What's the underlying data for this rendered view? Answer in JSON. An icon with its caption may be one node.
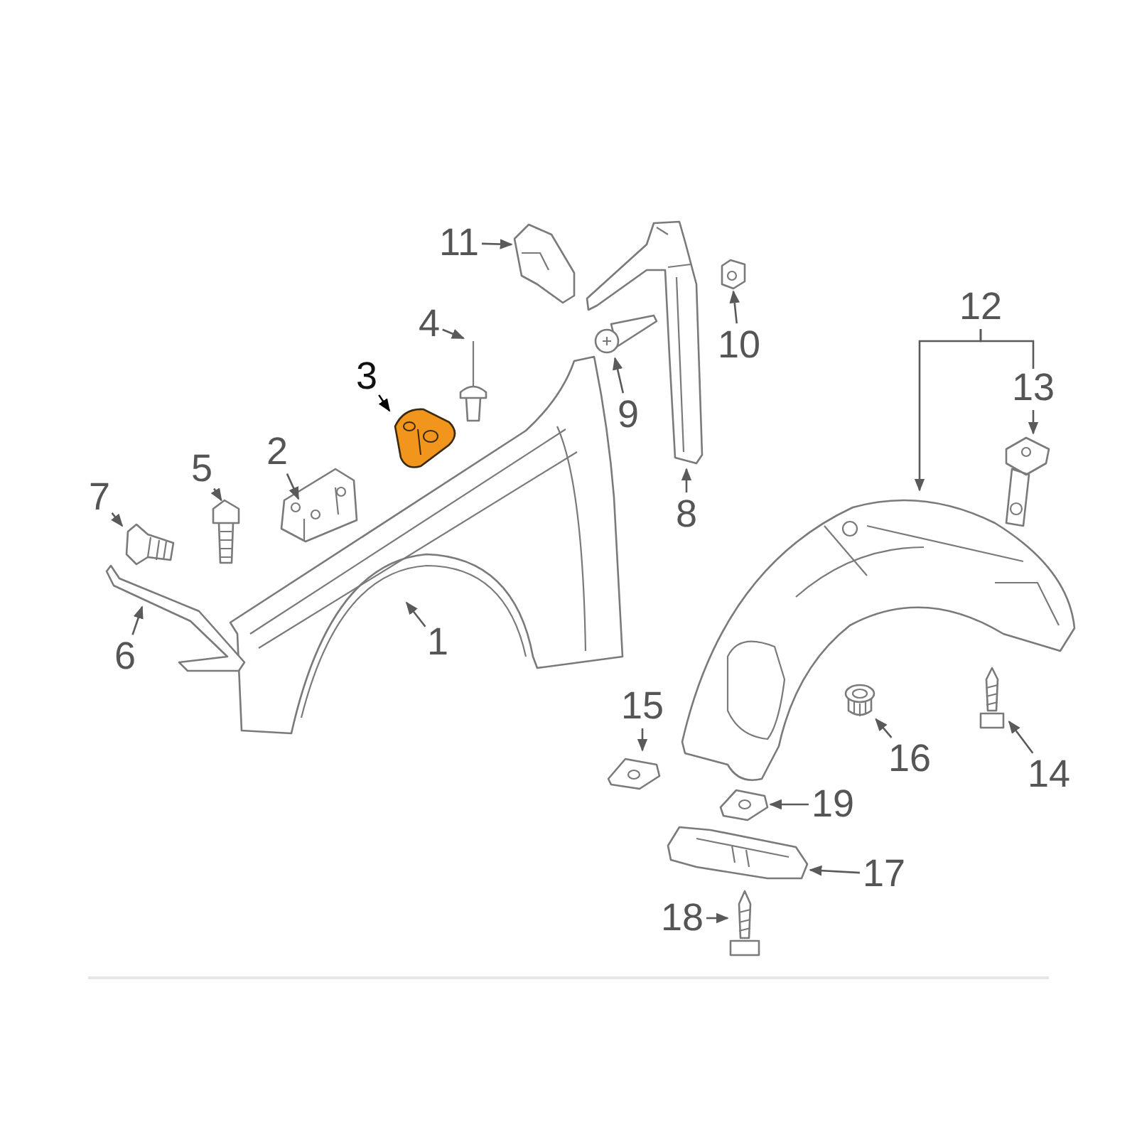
{
  "diagram": {
    "nodes": [
      {
        "text": [
          "1"
        ]
      },
      {
        "text": [
          "2"
        ]
      },
      {
        "text": [
          "3"
        ]
      },
      {
        "text": [
          "4"
        ]
      },
      {
        "text": [
          "5"
        ]
      },
      {
        "text": [
          "6"
        ]
      },
      {
        "text": [
          "7"
        ]
      },
      {
        "text": [
          "8"
        ]
      },
      {
        "text": [
          "9"
        ]
      },
      {
        "text": [
          "10"
        ]
      },
      {
        "text": [
          "11"
        ]
      },
      {
        "text": [
          "12"
        ]
      },
      {
        "text": [
          "13"
        ]
      },
      {
        "text": [
          "14"
        ]
      },
      {
        "text": [
          "15"
        ]
      },
      {
        "text": [
          "16"
        ]
      },
      {
        "text": [
          "17"
        ]
      },
      {
        "text": [
          "18"
        ]
      },
      {
        "text": [
          "19"
        ]
      },
      {
        "text": [],
        "shape": "picture"
      },
      {
        "text": [],
        "shape": "picture"
      },
      {
        "text": [],
        "shape": "picture"
      },
      {
        "text": [],
        "shape": "picture"
      },
      {
        "text": [],
        "shape": "picture"
      },
      {
        "text": [],
        "shape": "picture"
      },
      {
        "text": [],
        "shape": "picture"
      },
      {
        "text": [],
        "shape": "picture"
      },
      {
        "text": [],
        "shape": "picture"
      },
      {
        "text": [],
        "shape": "picture"
      },
      {
        "text": [],
        "shape": "picture"
      },
      {
        "text": [],
        "shape": "picture"
      },
      {
        "text": [],
        "shape": "picture"
      },
      {
        "text": [],
        "shape": "picture"
      },
      {
        "text": [],
        "shape": "picture"
      },
      {
        "text": [],
        "shape": "picture"
      },
      {
        "text": [],
        "shape": "picture"
      },
      {
        "text": [],
        "shape": "picture"
      },
      {
        "text": [],
        "shape": "picture"
      }
    ],
    "edges": [
      {
        "from": 0,
        "to": 19,
        "arrow": "to"
      },
      {
        "from": 1,
        "to": 20,
        "arrow": "to"
      },
      {
        "from": 2,
        "to": 21,
        "arrow": "to",
        "color": "#000000"
      },
      {
        "from": 3,
        "to": 22,
        "arrow": "to"
      },
      {
        "from": 4,
        "to": 23,
        "arrow": "to"
      },
      {
        "from": 5,
        "to": 24,
        "arrow": "to"
      },
      {
        "from": 6,
        "to": 25,
        "arrow": "to"
      },
      {
        "from": 7,
        "to": 26,
        "arrow": "to"
      },
      {
        "from": 8,
        "to": 27,
        "arrow": "to"
      },
      {
        "from": 9,
        "to": 28,
        "arrow": "to"
      },
      {
        "from": 10,
        "to": 29,
        "arrow": "to"
      },
      {
        "from": 11,
        "to": 30,
        "arrow": "to"
      },
      {
        "from": 11,
        "to": 12,
        "arrow": "none"
      },
      {
        "from": 12,
        "to": 31,
        "arrow": "to"
      },
      {
        "from": 13,
        "to": 32,
        "arrow": "to"
      },
      {
        "from": 14,
        "to": 33,
        "arrow": "to"
      },
      {
        "from": 15,
        "to": 34,
        "arrow": "to"
      },
      {
        "from": 16,
        "to": 35,
        "arrow": "to"
      },
      {
        "from": 17,
        "to": 36,
        "arrow": "to"
      },
      {
        "from": 18,
        "to": 37,
        "arrow": "to"
      }
    ]
  }
}
